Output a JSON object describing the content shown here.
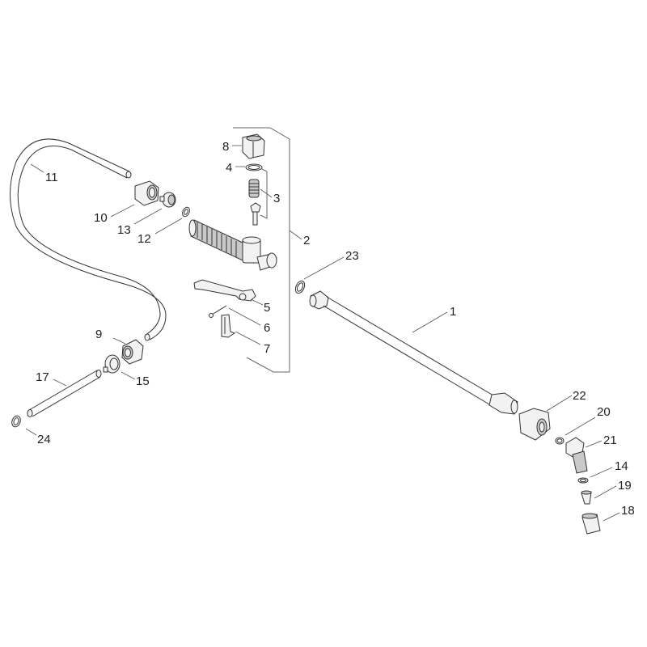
{
  "diagram": {
    "type": "exploded-parts-view",
    "subject": "spray lance assembly",
    "background": "#ffffff",
    "line_color": "#333333",
    "parts": [
      {
        "id": "1",
        "label": "1",
        "name": "lance-tube"
      },
      {
        "id": "2",
        "label": "2",
        "name": "handle-assembly-group"
      },
      {
        "id": "3",
        "label": "3",
        "name": "valve-spring-and-stem"
      },
      {
        "id": "4",
        "label": "4",
        "name": "o-ring"
      },
      {
        "id": "5",
        "label": "5",
        "name": "trigger-lever"
      },
      {
        "id": "6",
        "label": "6",
        "name": "pin"
      },
      {
        "id": "7",
        "label": "7",
        "name": "safety-clip"
      },
      {
        "id": "8",
        "label": "8",
        "name": "valve-nut"
      },
      {
        "id": "9",
        "label": "9",
        "name": "hose-nut"
      },
      {
        "id": "10",
        "label": "10",
        "name": "hose-nut"
      },
      {
        "id": "11",
        "label": "11",
        "name": "hose"
      },
      {
        "id": "12",
        "label": "12",
        "name": "washer"
      },
      {
        "id": "13",
        "label": "13",
        "name": "hose-fitting"
      },
      {
        "id": "14",
        "label": "14",
        "name": "filter-fitting"
      },
      {
        "id": "15",
        "label": "15",
        "name": "suction-tube"
      },
      {
        "id": "17",
        "label": "17",
        "name": "washer"
      },
      {
        "id": "18",
        "label": "18",
        "name": "washer"
      },
      {
        "id": "19",
        "label": "19",
        "name": "nozzle-cap"
      },
      {
        "id": "20",
        "label": "20",
        "name": "nozzle-tip"
      },
      {
        "id": "21",
        "label": "21",
        "name": "elbow-nozzle-holder"
      },
      {
        "id": "22",
        "label": "22",
        "name": "lance-nut"
      },
      {
        "id": "23",
        "label": "23",
        "name": "o-ring"
      },
      {
        "id": "24",
        "label": "24",
        "name": "washer"
      }
    ]
  }
}
